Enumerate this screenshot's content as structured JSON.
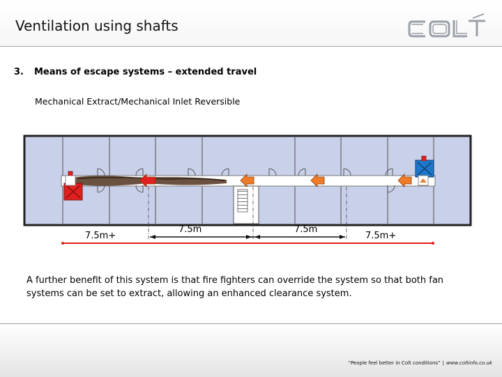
{
  "header": {
    "title": "Ventilation using shafts",
    "logo_text": "COLT"
  },
  "section": {
    "number": "3.",
    "heading": "Means of escape systems – extended travel"
  },
  "subtitle": "Mechanical Extract/Mechanical Inlet Reversible",
  "diagram": {
    "dimension_labels": [
      "7.5m+",
      "7.5m",
      "7.5m",
      "7.5m+"
    ],
    "colors": {
      "room_fill": "#c9d0ea",
      "wall": "#555555",
      "outer_frame": "#222222",
      "corridor": "#ffffff",
      "fire_red": "#e32020",
      "arrow_orange": "#f07c2a",
      "smoke": "#5a3e2b",
      "inlet_blue": "#1f77c9",
      "dimension_red": "#e01e1e",
      "dimension_black": "#111111"
    }
  },
  "body_text": "A further benefit of this system is that fire fighters can override the system so that both fan systems can be set to extract, allowing an enhanced clearance system.",
  "footer": {
    "slogan": "“People feel better in Colt conditions”",
    "separator": "|",
    "website": "www.coltinfo.co.uk"
  }
}
